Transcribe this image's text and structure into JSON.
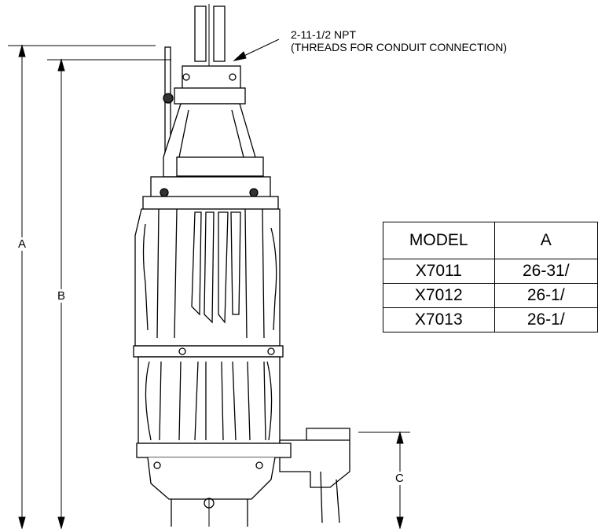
{
  "callout": {
    "line1": "2-11-1/2 NPT",
    "line2": "(THREADS FOR CONDUIT CONNECTION)"
  },
  "dimensions": {
    "a_label": "A",
    "b_label": "B",
    "c_label": "C"
  },
  "table": {
    "headers": [
      "MODEL",
      "A"
    ],
    "rows": [
      {
        "model": "X7011",
        "a": "26-31/"
      },
      {
        "model": "X7012",
        "a": "26-1/"
      },
      {
        "model": "X7013",
        "a": "26-1/"
      }
    ]
  }
}
